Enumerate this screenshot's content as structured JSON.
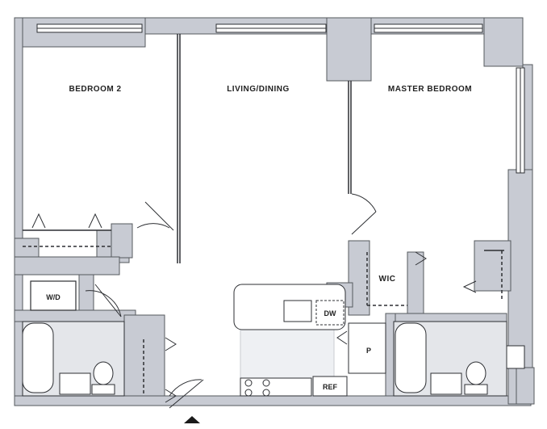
{
  "colors": {
    "wall": "#c8cbd3",
    "wall_stroke": "#55585e",
    "line": "#2d2f33",
    "tile": "#e4e6ea",
    "fixture": "#ffffff",
    "entry_marker": "#1a1a1a"
  },
  "rooms": {
    "bedroom2": "BEDROOM 2",
    "living_dining": "LIVING/DINING",
    "master_bedroom": "MASTER BEDROOM",
    "wic": "WIC"
  },
  "fixtures": {
    "washer_dryer": "W/D",
    "dishwasher": "DW",
    "pantry": "P",
    "refrigerator": "REF"
  }
}
